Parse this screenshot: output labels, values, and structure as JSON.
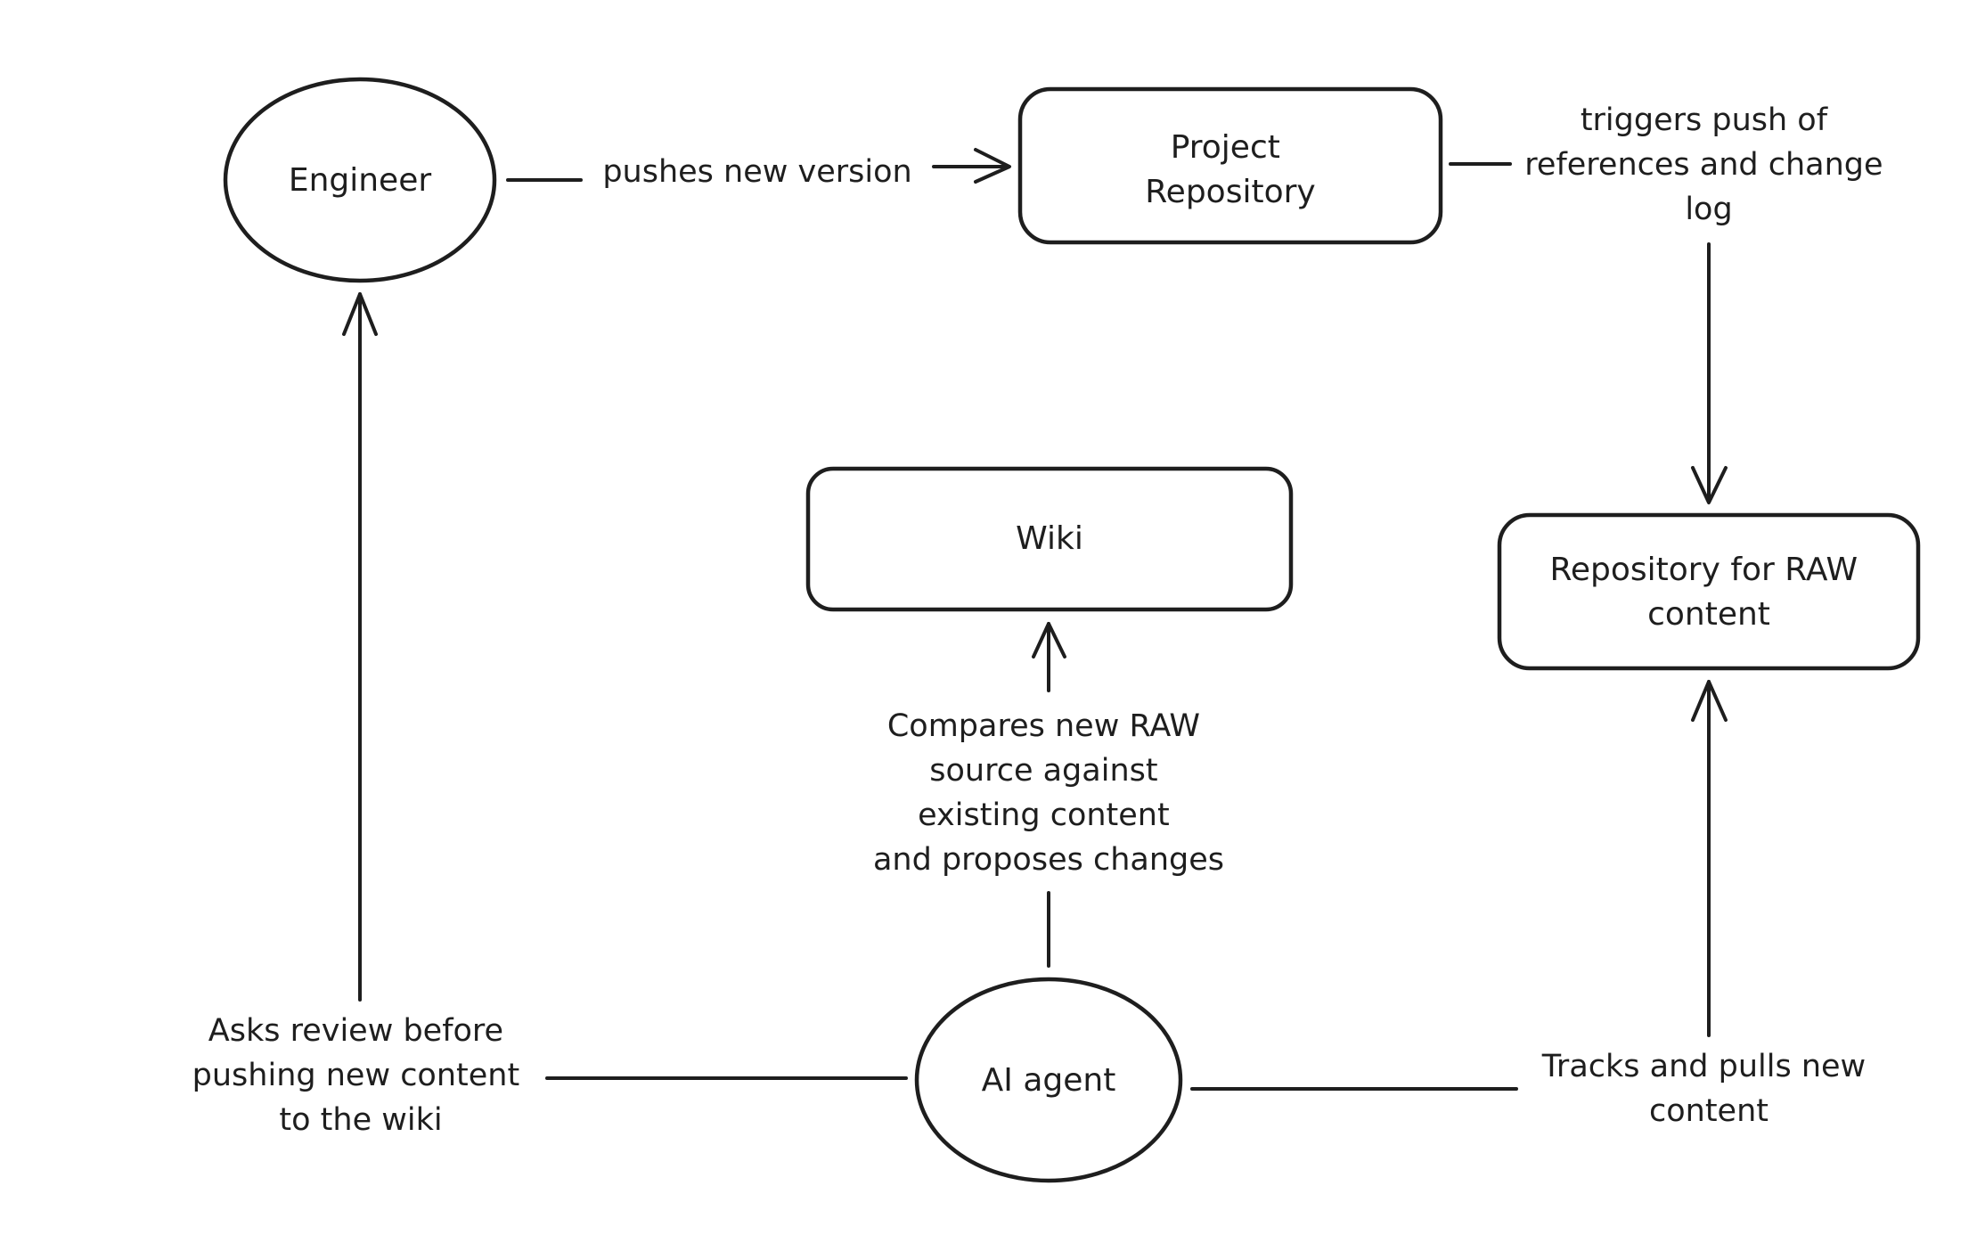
{
  "diagram": {
    "nodes": {
      "engineer": {
        "label": "Engineer"
      },
      "project_repository": {
        "label_lines": [
          "Project",
          "Repository"
        ]
      },
      "wiki": {
        "label": "Wiki"
      },
      "raw_repository": {
        "label_lines": [
          "Repository for RAW",
          "content"
        ]
      },
      "ai_agent": {
        "label": "AI agent"
      }
    },
    "edges": {
      "pushes_new_version": {
        "label": "pushes new version"
      },
      "triggers_push": {
        "label_lines": [
          "triggers push of",
          "references and change",
          "log"
        ]
      },
      "compares": {
        "label_lines": [
          "Compares new RAW",
          "source against",
          "existing content",
          "and proposes changes"
        ]
      },
      "asks_review": {
        "label_lines": [
          "Asks review before",
          "pushing new content",
          "to the wiki"
        ]
      },
      "tracks_pulls": {
        "label_lines": [
          "Tracks and pulls new",
          "content"
        ]
      }
    }
  }
}
